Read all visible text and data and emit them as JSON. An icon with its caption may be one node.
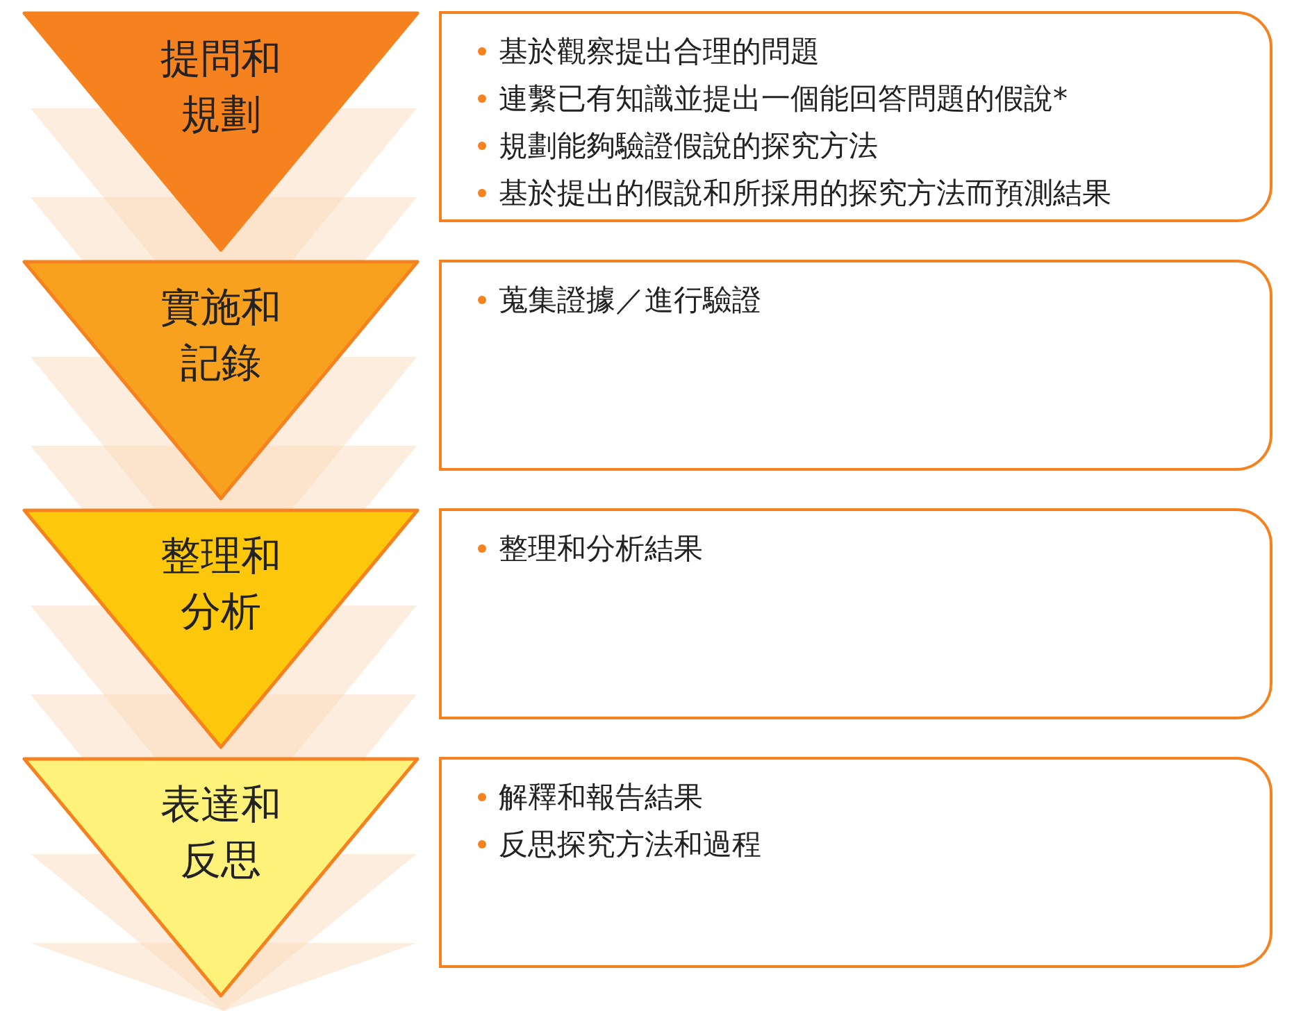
{
  "diagram": {
    "nodes": [
      {
        "text": [
          "提問和規劃"
        ]
      },
      {
        "text": [
          "基於觀察提出合理的問題",
          "連繫已有知識並提出一個能回答問題的假說*",
          "規劃能夠驗證假說的探究方法",
          "基於提出的假說和所採用的探究方法而預測結果"
        ]
      },
      {
        "text": [
          "實施和記錄"
        ]
      },
      {
        "text": [
          "蒐集證據／進行驗證"
        ]
      },
      {
        "text": [
          "整理和分析"
        ]
      },
      {
        "text": [
          "整理和分析結果"
        ]
      },
      {
        "text": [
          "表達和反思"
        ]
      },
      {
        "text": [
          "解釋和報告結果",
          "反思探究方法和過程"
        ]
      }
    ]
  }
}
